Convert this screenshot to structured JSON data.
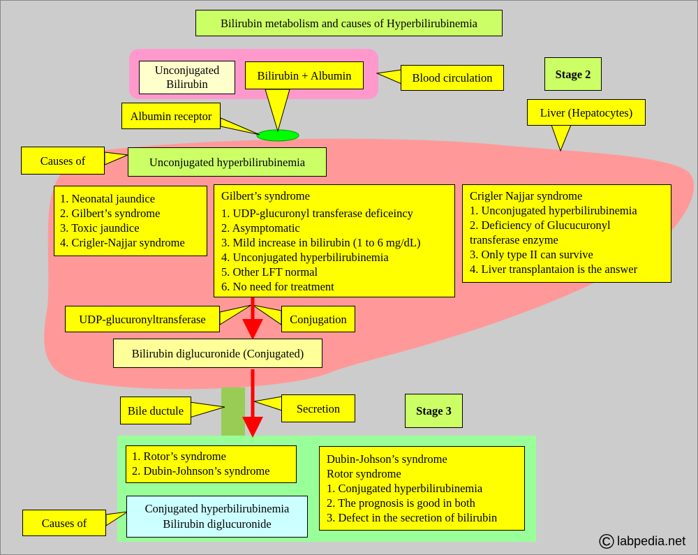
{
  "title": "Bilirubin metabolism and causes of Hyperbilirubinemia",
  "unconjugated_bilirubin": "Unconjugated Bilirubin",
  "bilirubin_albumin": "Bilirubin + Albumin",
  "blood_circulation": "Blood circulation",
  "stage2": "Stage 2",
  "stage3": "Stage 3",
  "liver_hepatocytes": "Liver (Hepatocytes)",
  "albumin_receptor": "Albumin receptor",
  "causes_of_1": "Causes of",
  "causes_of_2": "Causes of",
  "unconjugated_hyperbilirubinemia": "Unconjugated hyperbilirubinemia",
  "list_unconj": [
    "1. Neonatal jaundice",
    "2. Gilbert’s syndrome",
    "3. Toxic jaundice",
    "4. Crigler-Najjar syndrome"
  ],
  "gilbert": {
    "heading": "Gilbert’s syndrome",
    "items": [
      "1. UDP-glucuronyl transferase deficeincy",
      "2. Asymptomatic",
      "3. Mild increase in bilirubin (1 to 6 mg/dL)",
      "4. Unconjugated hyperbilirubinemia",
      "5. Other LFT normal",
      "6. No need for treatment"
    ]
  },
  "crigler": {
    "heading": "Crigler Najjar syndrome",
    "items": [
      "1. Unconjugated hyperbilirubinemia",
      "2. Deficiency of  Glucucuronyl",
      "transferase enzyme",
      "3. Only type II can survive",
      "4. Liver transplantaion is the answer"
    ]
  },
  "udp_glucuronyltransferase": "UDP-glucuronyltransferase",
  "conjugation": "Conjugation",
  "bilirubin_diglucuronide_conj": "Bilirubin diglucuronide (Conjugated)",
  "bile_ductule": "Bile ductule",
  "secretion": "Secretion",
  "list_conj": [
    "1. Rotor’s syndrome",
    "2. Dubin-Johnson’s syndrome"
  ],
  "dubin": {
    "items": [
      "Dubin-Johson’s syndrome",
      "Rotor syndrome",
      "1. Conjugated hyperbilirubinemia",
      "2. The prognosis is good in both",
      "3. Defect in the secretion of bilirubin"
    ]
  },
  "conjugated_hyper": "Conjugated hyperbilirubinemia",
  "bilirubin_diglucuronide": "Bilirubin diglucuronide",
  "copyright_symbol": "©",
  "site": "labpedia.net",
  "colors": {
    "background": "#cccccc",
    "liver": "#ff9999",
    "blood_panel": "#ff99cc",
    "stage3_panel": "#99ff99",
    "callout": "#ffff00",
    "label_green": "#ccff66",
    "arrow": "#ff0000",
    "receptor": "#00ff00",
    "ductule": "#99cc55",
    "conj_box": "#ccffff"
  }
}
